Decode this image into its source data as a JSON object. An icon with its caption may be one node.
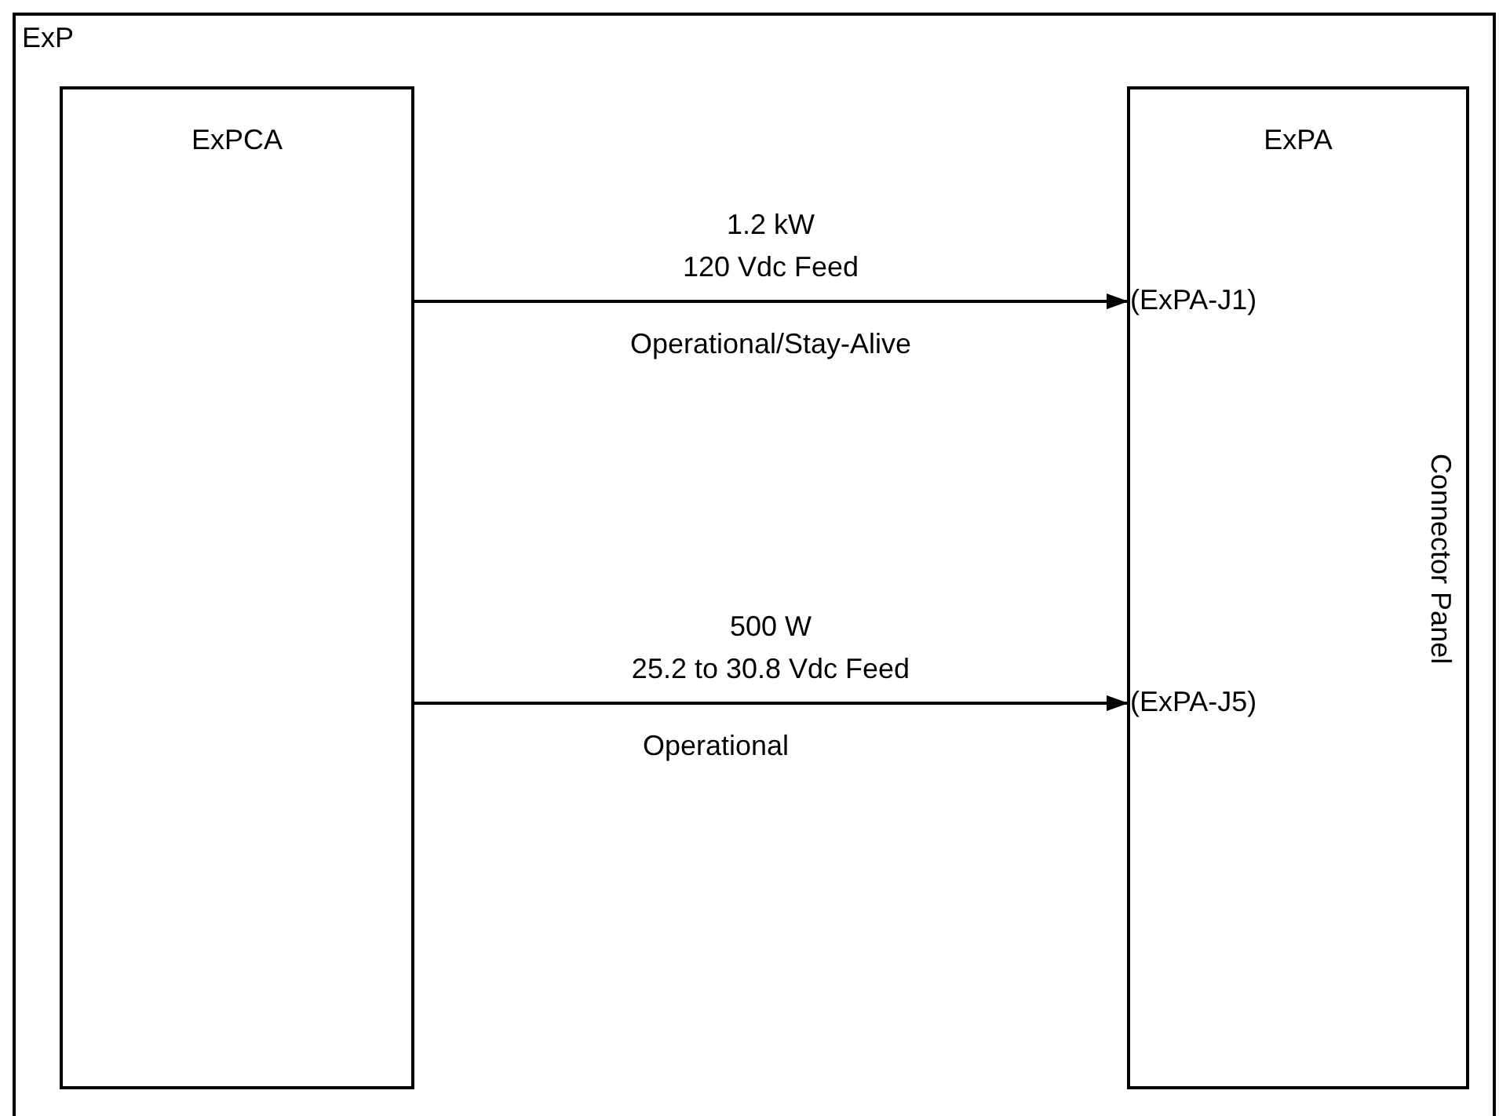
{
  "diagram": {
    "nodes": [
      {
        "text": [
          "ExP"
        ]
      },
      {
        "text": [
          "ExPCA"
        ],
        "in": 0
      },
      {
        "text": [
          "ExPA",
          "Connector Panel"
        ],
        "in": 0
      },
      {
        "text": [
          "(ExPA-J1)"
        ],
        "in": 2
      },
      {
        "text": [
          "(ExPA-J5)"
        ],
        "in": 2
      }
    ],
    "edges": [
      {
        "from": 1,
        "to": 3,
        "arrow": "to"
      },
      {
        "from": 1,
        "to": 4,
        "arrow": "to"
      }
    ],
    "labels": [
      "1.2 kW",
      "120 Vdc Feed",
      "Operational/Stay-Alive",
      "500 W",
      "25.2 to 30.8 Vdc Feed",
      "Operational"
    ]
  }
}
